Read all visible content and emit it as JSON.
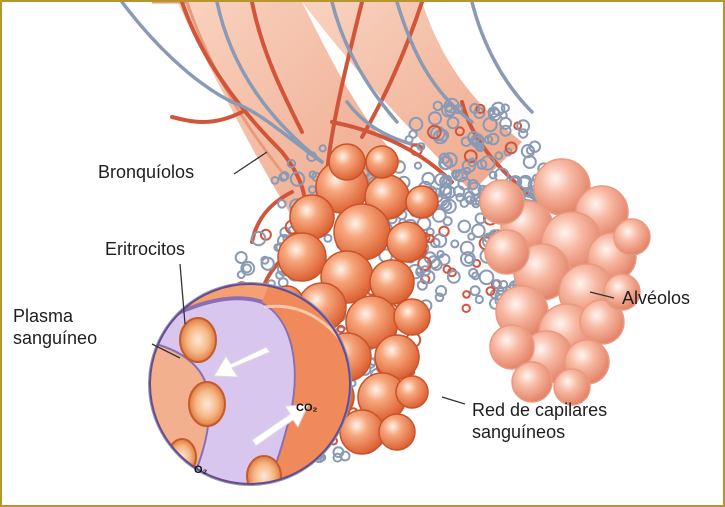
{
  "labels": {
    "bronquiolos": "Bronquíolos",
    "eritrocitos": "Eritrocitos",
    "plasma_line1": "Plasma",
    "plasma_line2": "sanguíneo",
    "alveolos": "Alvéolos",
    "red_line1": "Red de capilares",
    "red_line2": "sanguíneos",
    "co2": "CO₂",
    "o2": "O₂"
  },
  "colors": {
    "frame": "#b8962e",
    "alveolus": "#f08a5a",
    "alveolus_light": "#f7b99d",
    "capillary_blue": "#8a9ab5",
    "capillary_red": "#d2553a",
    "plasma": "#d9c6ef",
    "bronchiole": "#f4c0a8"
  }
}
